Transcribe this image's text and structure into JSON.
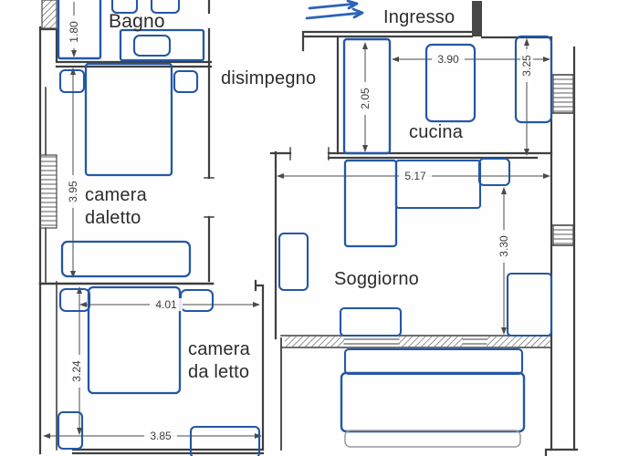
{
  "meta": {
    "document_type": "apartment floor plan",
    "language": "Italian"
  },
  "colors": {
    "wall": "#3f3f3f",
    "furniture_outline": "#2457a5",
    "entrance_arrow": "#2b63b8",
    "dimension_text": "#3c3c3c",
    "background": "#fefefe"
  },
  "icons": {
    "entrance_arrows": "double-arrow-right"
  },
  "rooms": {
    "bagno": {
      "label": "Bagno"
    },
    "ingresso": {
      "label": "Ingresso"
    },
    "disimpegno": {
      "label": "disimpegno"
    },
    "cucina": {
      "label": "cucina"
    },
    "camera_daletto": {
      "line1": "camera",
      "line2": "daletto"
    },
    "soggiorno": {
      "label": "Soggiorno"
    },
    "camera_da_letto": {
      "line1": "camera",
      "line2": "da letto"
    }
  },
  "dimensions": {
    "bagno_width_m": "1.80",
    "camera_daletto_length_m": "3.95",
    "cucina_unit_length_m": "2.05",
    "cucina_width_m": "3.90",
    "right_wing_m": "3.25",
    "soggiorno_width_m": "5.17",
    "soggiorno_depth_m": "3.30",
    "camera_da_letto_width_m": "4.01",
    "camera_da_letto_depth_m": "3.24",
    "camera_da_letto_lower_width_m": "3.85"
  }
}
